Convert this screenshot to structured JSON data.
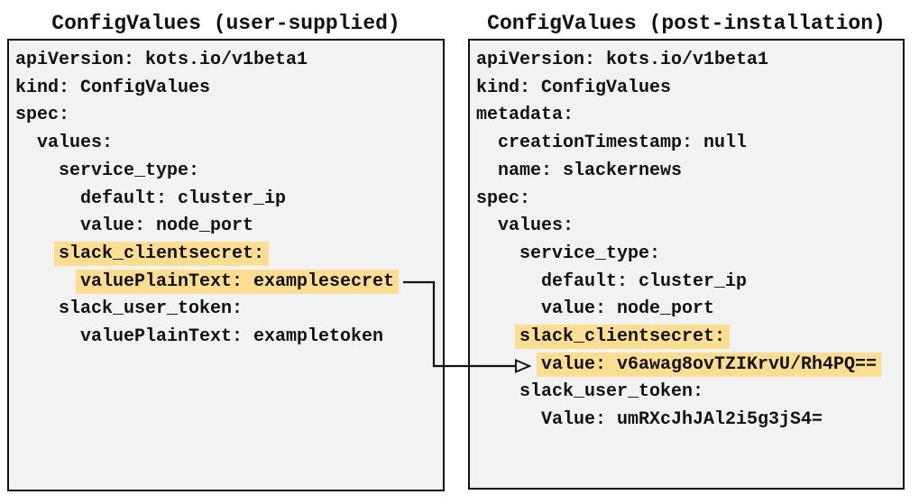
{
  "colors": {
    "panel_background": "#f2f2f2",
    "panel_border": "#111111",
    "highlight": "#fbde91",
    "text": "#111111"
  },
  "panels": [
    {
      "name": "user-supplied",
      "title": "ConfigValues (user-supplied)",
      "lines": [
        {
          "text": "apiVersion: kots.io/v1beta1",
          "indent": 0,
          "highlighted": false
        },
        {
          "text": "kind: ConfigValues",
          "indent": 0,
          "highlighted": false
        },
        {
          "text": "spec:",
          "indent": 0,
          "highlighted": false
        },
        {
          "text": "values:",
          "indent": 1,
          "highlighted": false
        },
        {
          "text": "service_type:",
          "indent": 2,
          "highlighted": false
        },
        {
          "text": "default: cluster_ip",
          "indent": 3,
          "highlighted": false
        },
        {
          "text": "value: node_port",
          "indent": 3,
          "highlighted": false
        },
        {
          "text": "slack_clientsecret:",
          "indent": 2,
          "highlighted": true
        },
        {
          "text": "valuePlainText: examplesecret",
          "indent": 3,
          "highlighted": true
        },
        {
          "text": "slack_user_token:",
          "indent": 2,
          "highlighted": false
        },
        {
          "text": "valuePlainText: exampletoken",
          "indent": 3,
          "highlighted": false
        }
      ]
    },
    {
      "name": "post-installation",
      "title": "ConfigValues (post-installation)",
      "lines": [
        {
          "text": "apiVersion: kots.io/v1beta1",
          "indent": 0,
          "highlighted": false
        },
        {
          "text": "kind: ConfigValues",
          "indent": 0,
          "highlighted": false
        },
        {
          "text": "metadata:",
          "indent": 0,
          "highlighted": false
        },
        {
          "text": "creationTimestamp: null",
          "indent": 1,
          "highlighted": false
        },
        {
          "text": "name: slackernews",
          "indent": 1,
          "highlighted": false
        },
        {
          "text": "spec:",
          "indent": 0,
          "highlighted": false
        },
        {
          "text": "values:",
          "indent": 1,
          "highlighted": false
        },
        {
          "text": "service_type:",
          "indent": 2,
          "highlighted": false
        },
        {
          "text": "default: cluster_ip",
          "indent": 3,
          "highlighted": false
        },
        {
          "text": "value: node_port",
          "indent": 3,
          "highlighted": false
        },
        {
          "text": "slack_clientsecret:",
          "indent": 2,
          "highlighted": true
        },
        {
          "text": "value: v6awag8ovTZIKrvU/Rh4PQ==",
          "indent": 3,
          "highlighted": true
        },
        {
          "text": "slack_user_token:",
          "indent": 2,
          "highlighted": false
        },
        {
          "text": "Value: umRXcJhJAl2i5g3jS4=",
          "indent": 3,
          "highlighted": false
        }
      ]
    }
  ],
  "connector": {
    "from_panel": "user-supplied",
    "from_line": "valuePlainText: examplesecret",
    "to_panel": "post-installation",
    "to_line": "value: v6awag8ovTZIKrvU/Rh4PQ=="
  }
}
